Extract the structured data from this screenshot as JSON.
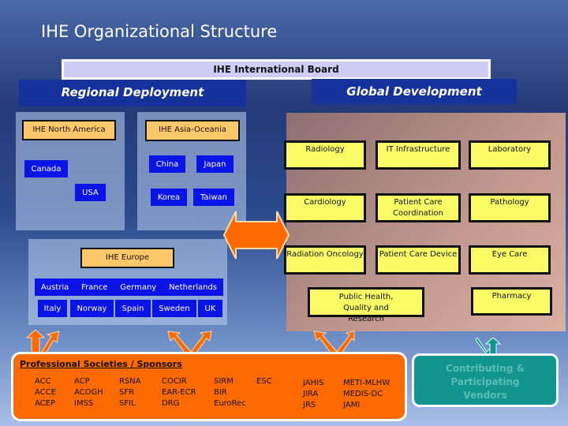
{
  "title": "IHE Organizational Structure",
  "board": "IHE International Board",
  "regional": {
    "label": "Regional Deployment",
    "north_america": {
      "label": "IHE North America",
      "countries": [
        "Canada",
        "USA"
      ]
    },
    "asia_oceania": {
      "label": "IHE Asia-Oceania",
      "countries": [
        "China",
        "Japan",
        "Korea",
        "Taiwan"
      ]
    },
    "europe": {
      "label": "IHE Europe",
      "row1": [
        "Austria",
        "France",
        "Germany",
        "Netherlands"
      ],
      "row2": [
        "Italy",
        "Norway",
        "Spain",
        "Sweden",
        "UK"
      ]
    }
  },
  "global": {
    "label": "Global Development",
    "domains": [
      "Radiology",
      "IT Infrastructure",
      "Laboratory",
      "Cardiology",
      "Patient Care Coordination",
      "Pathology",
      "Radiation Oncology",
      "Patient Care Device",
      "Eye Care",
      "Public Health, Quality and Research",
      "Pharmacy"
    ]
  },
  "societies": {
    "heading": "Professional Societies / Sponsors",
    "columns": [
      [
        "ACC",
        "ACCE",
        "ACEP"
      ],
      [
        "ACP",
        "ACOGH",
        "IMSS"
      ],
      [
        "RSNA",
        "SFR",
        "SFIL"
      ],
      [
        "COCIR",
        "EAR-ECR",
        "DRG"
      ],
      [
        "SIRM",
        "BIR",
        "EuroRec"
      ],
      [
        "ESC"
      ],
      [
        "JAHIS",
        "JIRA",
        "JRS"
      ],
      [
        "METI-MLHW",
        "MEDIS-DC",
        "JAMI"
      ]
    ]
  },
  "vendors": "Contributing & Participating Vendors",
  "colors": {
    "banner": "#15319a",
    "org": "#fdc86a",
    "country": "#0a14e6",
    "domain": "#fbfb66",
    "societies": "#ff6a00",
    "vendors": "#13958f"
  }
}
